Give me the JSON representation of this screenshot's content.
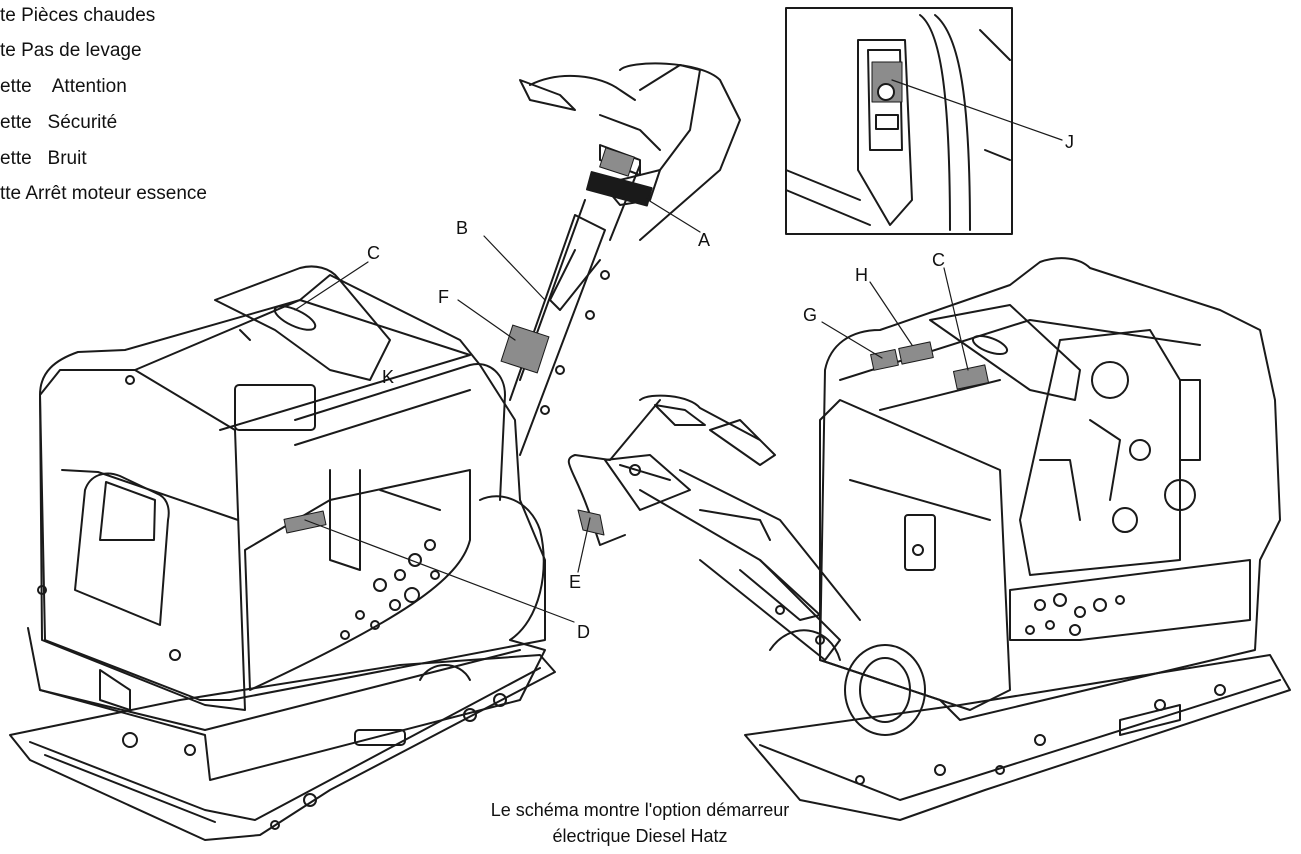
{
  "legend": [
    "te Pièces chaudes",
    "te Pas de levage",
    "ette    Attention",
    "ette   Sécurité",
    "ette   Bruit",
    "tte Arrêt moteur essence"
  ],
  "callouts": {
    "A": "A",
    "B": "B",
    "C1": "C",
    "C2": "C",
    "D": "D",
    "E": "E",
    "F": "F",
    "G": "G",
    "H": "H",
    "J": "J",
    "K": "K"
  },
  "caption": {
    "line1": "Le schéma montre l'option démarreur",
    "line2": "électrique Diesel Hatz"
  },
  "colors": {
    "line": "#1a1a1a",
    "label_patch": "#8c8c8c",
    "background": "#ffffff"
  }
}
